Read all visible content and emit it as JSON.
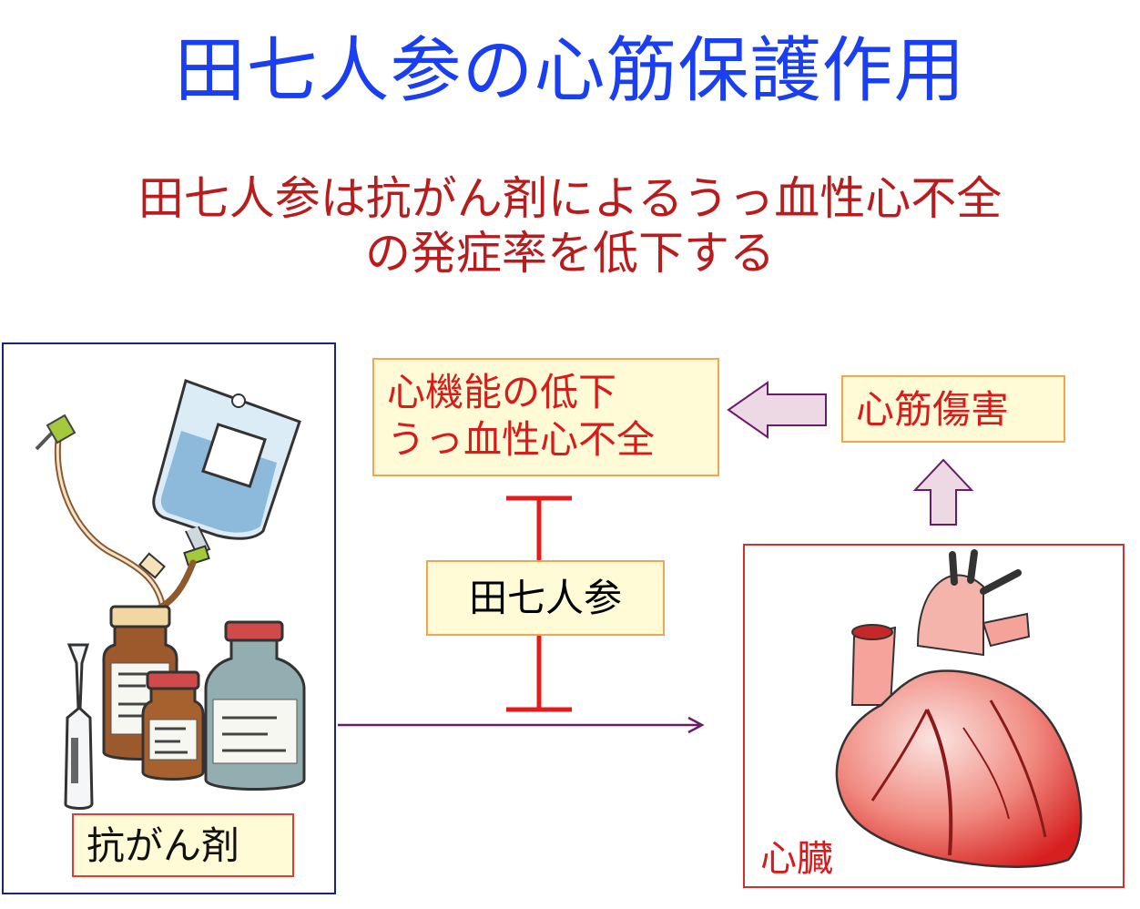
{
  "title": "田七人参の心筋保護作用",
  "subtitle": {
    "line1": "田七人参は抗がん剤によるうっ血性心不全",
    "line2": "の発症率を低下する"
  },
  "nodes": {
    "effect": {
      "line1": "心機能の低下",
      "line2": "うっ血性心不全"
    },
    "damage": "心筋傷害",
    "herb": "田七人参",
    "drug": "抗がん剤",
    "heart": "心臓"
  },
  "colors": {
    "title": "#1a3ff0",
    "subtitle": "#b81c1c",
    "label_fill": "#fffbd6",
    "label_border": "#f2a64f",
    "inhibit": "#e31b1b",
    "arrow_line": "#6a1b6a",
    "block_arrow_fill": "#ecd9e3",
    "block_arrow_stroke": "#6a1b6a"
  },
  "illustrations": [
    "iv-bag-icon",
    "ampoule-icon",
    "medicine-vial-icon",
    "heart-illustration"
  ]
}
